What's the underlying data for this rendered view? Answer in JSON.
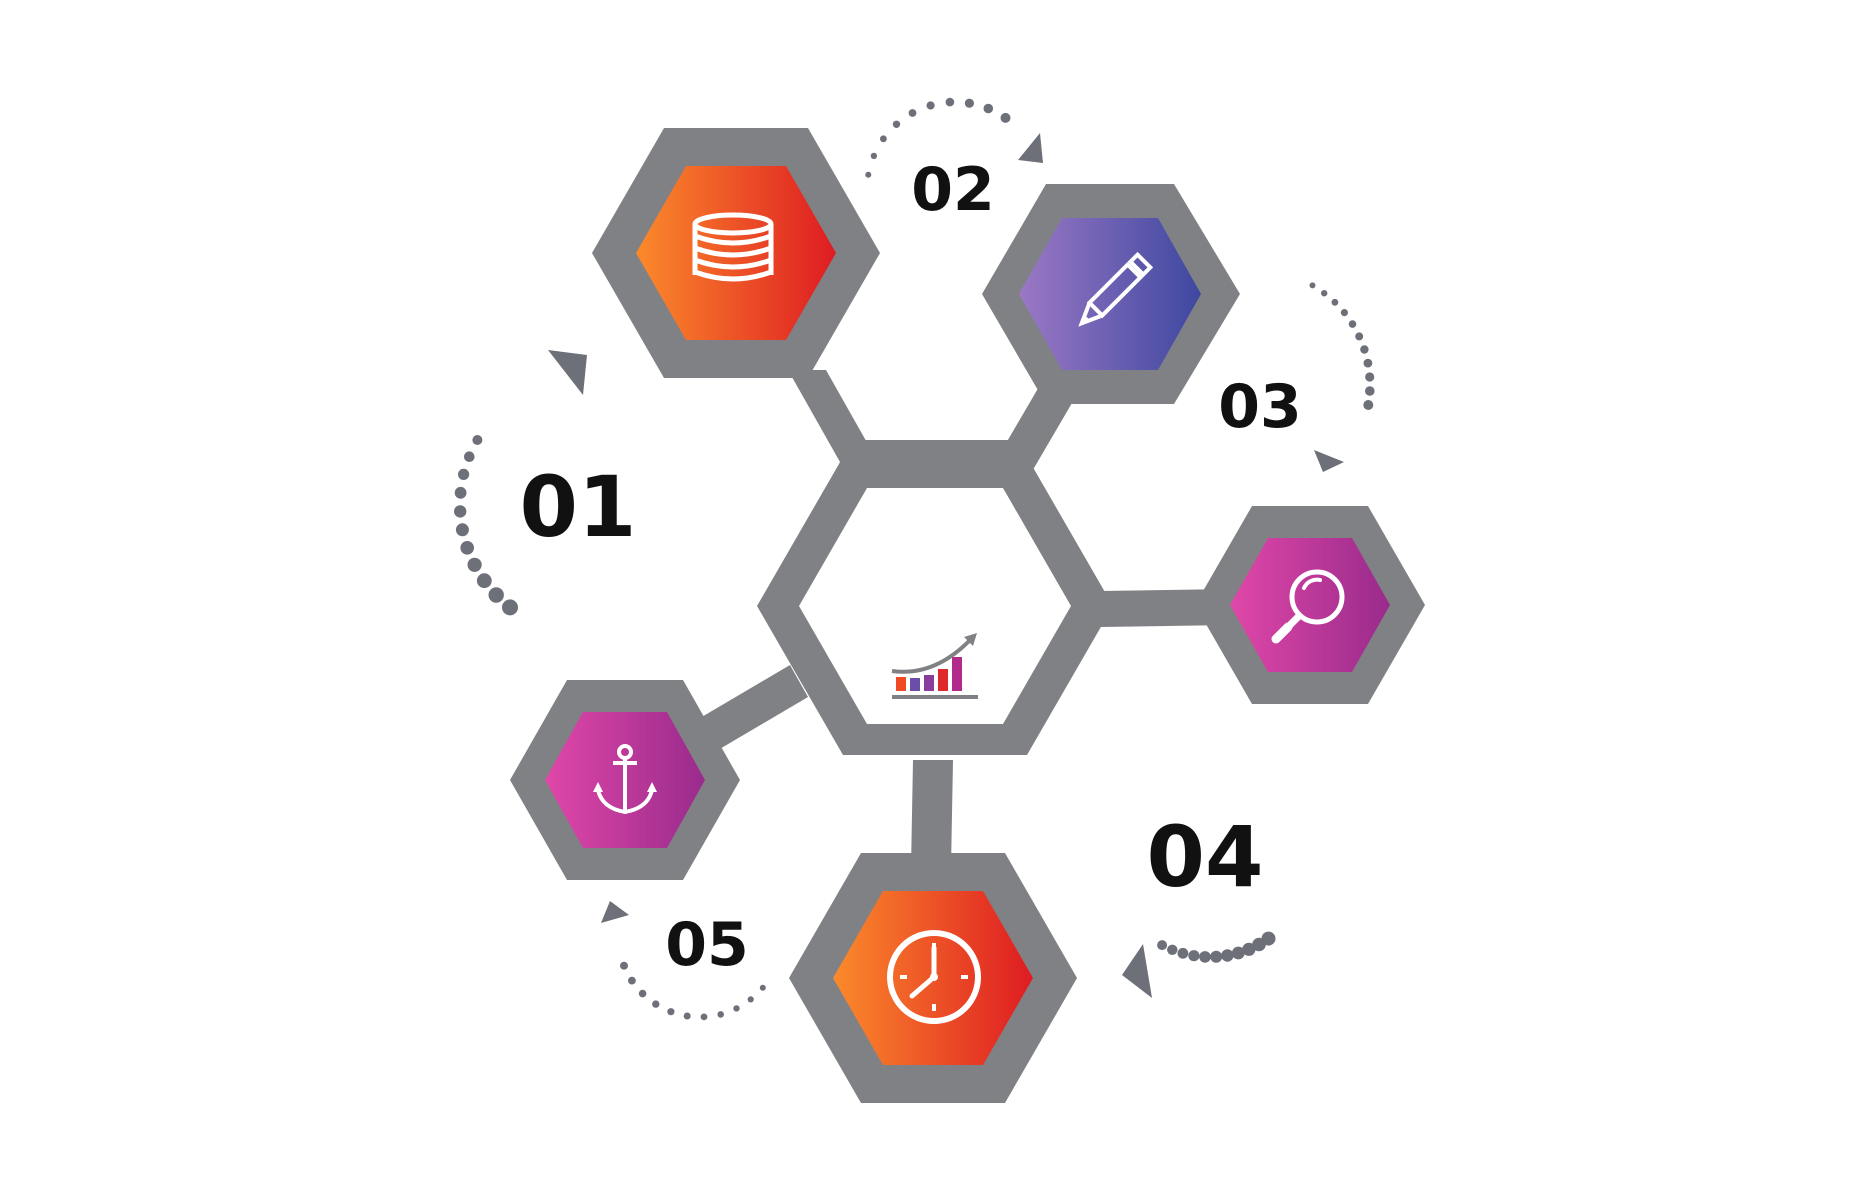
{
  "colors": {
    "frame": "#808184",
    "dots": "#6d7079",
    "orange_start": "#fb8a2b",
    "orange_end": "#de1c22",
    "purple_start": "#9b78c5",
    "purple_end": "#3e48a0",
    "magenta_start": "#e047a8",
    "magenta_end": "#992b8c",
    "icon": "#ffffff"
  },
  "steps": [
    {
      "label": "01",
      "icon": "database-icon",
      "theme": "orange"
    },
    {
      "label": "02",
      "icon": "pencil-icon",
      "theme": "purple"
    },
    {
      "label": "03",
      "icon": "search-icon",
      "theme": "magenta"
    },
    {
      "label": "04",
      "icon": "clock-icon",
      "theme": "orange"
    },
    {
      "label": "05",
      "icon": "anchor-icon",
      "theme": "magenta"
    }
  ],
  "center": {
    "icon": "growth-chart-icon"
  }
}
